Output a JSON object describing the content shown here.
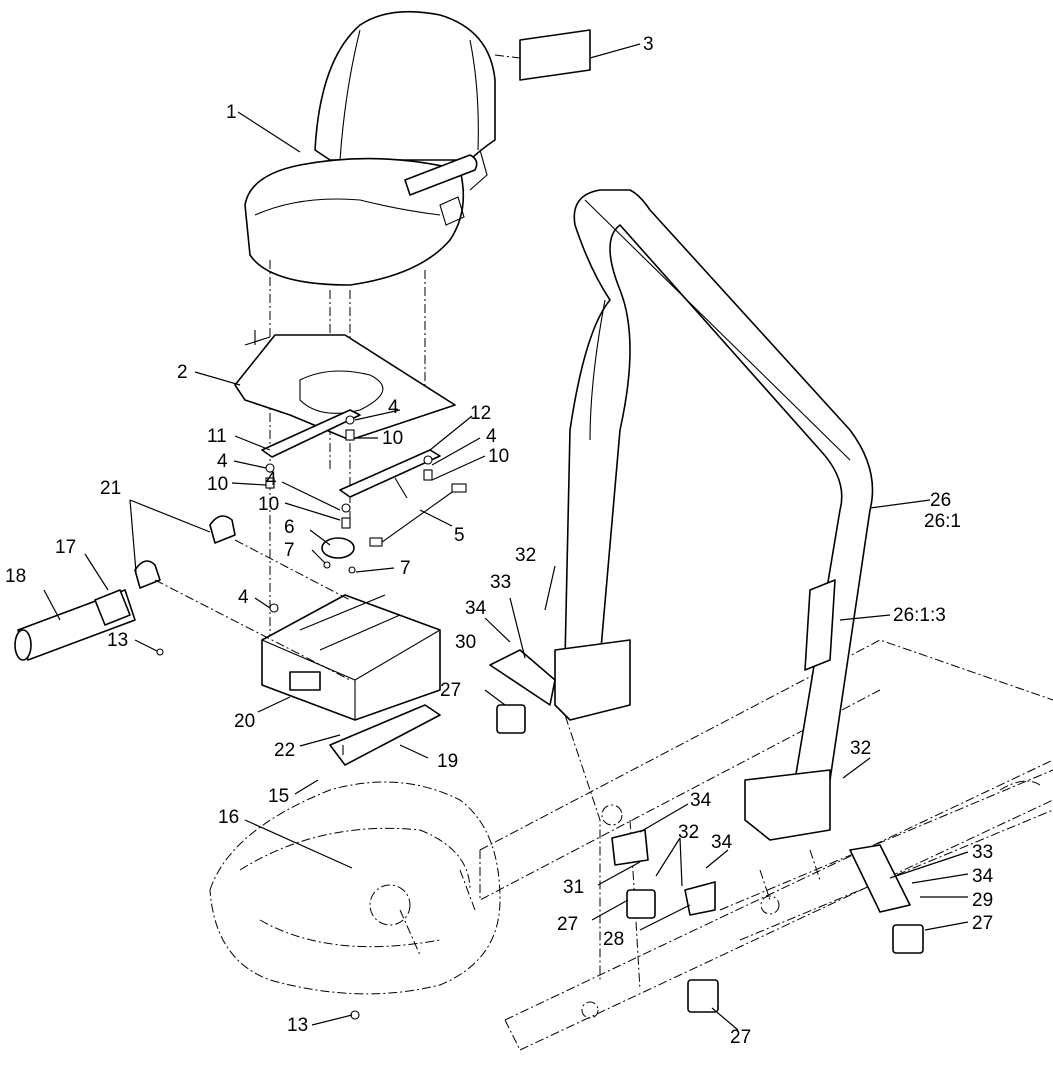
{
  "callouts": [
    {
      "id": "c1",
      "label": "1"
    },
    {
      "id": "c2",
      "label": "2"
    },
    {
      "id": "c3",
      "label": "3"
    },
    {
      "id": "c4a",
      "label": "4"
    },
    {
      "id": "c4b",
      "label": "4"
    },
    {
      "id": "c4c",
      "label": "4"
    },
    {
      "id": "c4d",
      "label": "4"
    },
    {
      "id": "c4e",
      "label": "4"
    },
    {
      "id": "c5",
      "label": "5"
    },
    {
      "id": "c6",
      "label": "6"
    },
    {
      "id": "c7a",
      "label": "7"
    },
    {
      "id": "c7b",
      "label": "7"
    },
    {
      "id": "c10a",
      "label": "10"
    },
    {
      "id": "c10b",
      "label": "10"
    },
    {
      "id": "c10c",
      "label": "10"
    },
    {
      "id": "c10d",
      "label": "10"
    },
    {
      "id": "c11",
      "label": "11"
    },
    {
      "id": "c12",
      "label": "12"
    },
    {
      "id": "c13a",
      "label": "13"
    },
    {
      "id": "c13b",
      "label": "13"
    },
    {
      "id": "c15",
      "label": "15"
    },
    {
      "id": "c16",
      "label": "16"
    },
    {
      "id": "c17",
      "label": "17"
    },
    {
      "id": "c18",
      "label": "18"
    },
    {
      "id": "c19",
      "label": "19"
    },
    {
      "id": "c20",
      "label": "20"
    },
    {
      "id": "c21",
      "label": "21"
    },
    {
      "id": "c22",
      "label": "22"
    },
    {
      "id": "c26",
      "label": "26"
    },
    {
      "id": "c26_1",
      "label": "26:1"
    },
    {
      "id": "c26_1_3",
      "label": "26:1:3"
    },
    {
      "id": "c27a",
      "label": "27"
    },
    {
      "id": "c27b",
      "label": "27"
    },
    {
      "id": "c27c",
      "label": "27"
    },
    {
      "id": "c27d",
      "label": "27"
    },
    {
      "id": "c28",
      "label": "28"
    },
    {
      "id": "c29",
      "label": "29"
    },
    {
      "id": "c30",
      "label": "30"
    },
    {
      "id": "c31",
      "label": "31"
    },
    {
      "id": "c32a",
      "label": "32"
    },
    {
      "id": "c32b",
      "label": "32"
    },
    {
      "id": "c32c",
      "label": "32"
    },
    {
      "id": "c33a",
      "label": "33"
    },
    {
      "id": "c33b",
      "label": "33"
    },
    {
      "id": "c34a",
      "label": "34"
    },
    {
      "id": "c34b",
      "label": "34"
    },
    {
      "id": "c34c",
      "label": "34"
    },
    {
      "id": "c34d",
      "label": "34"
    }
  ]
}
